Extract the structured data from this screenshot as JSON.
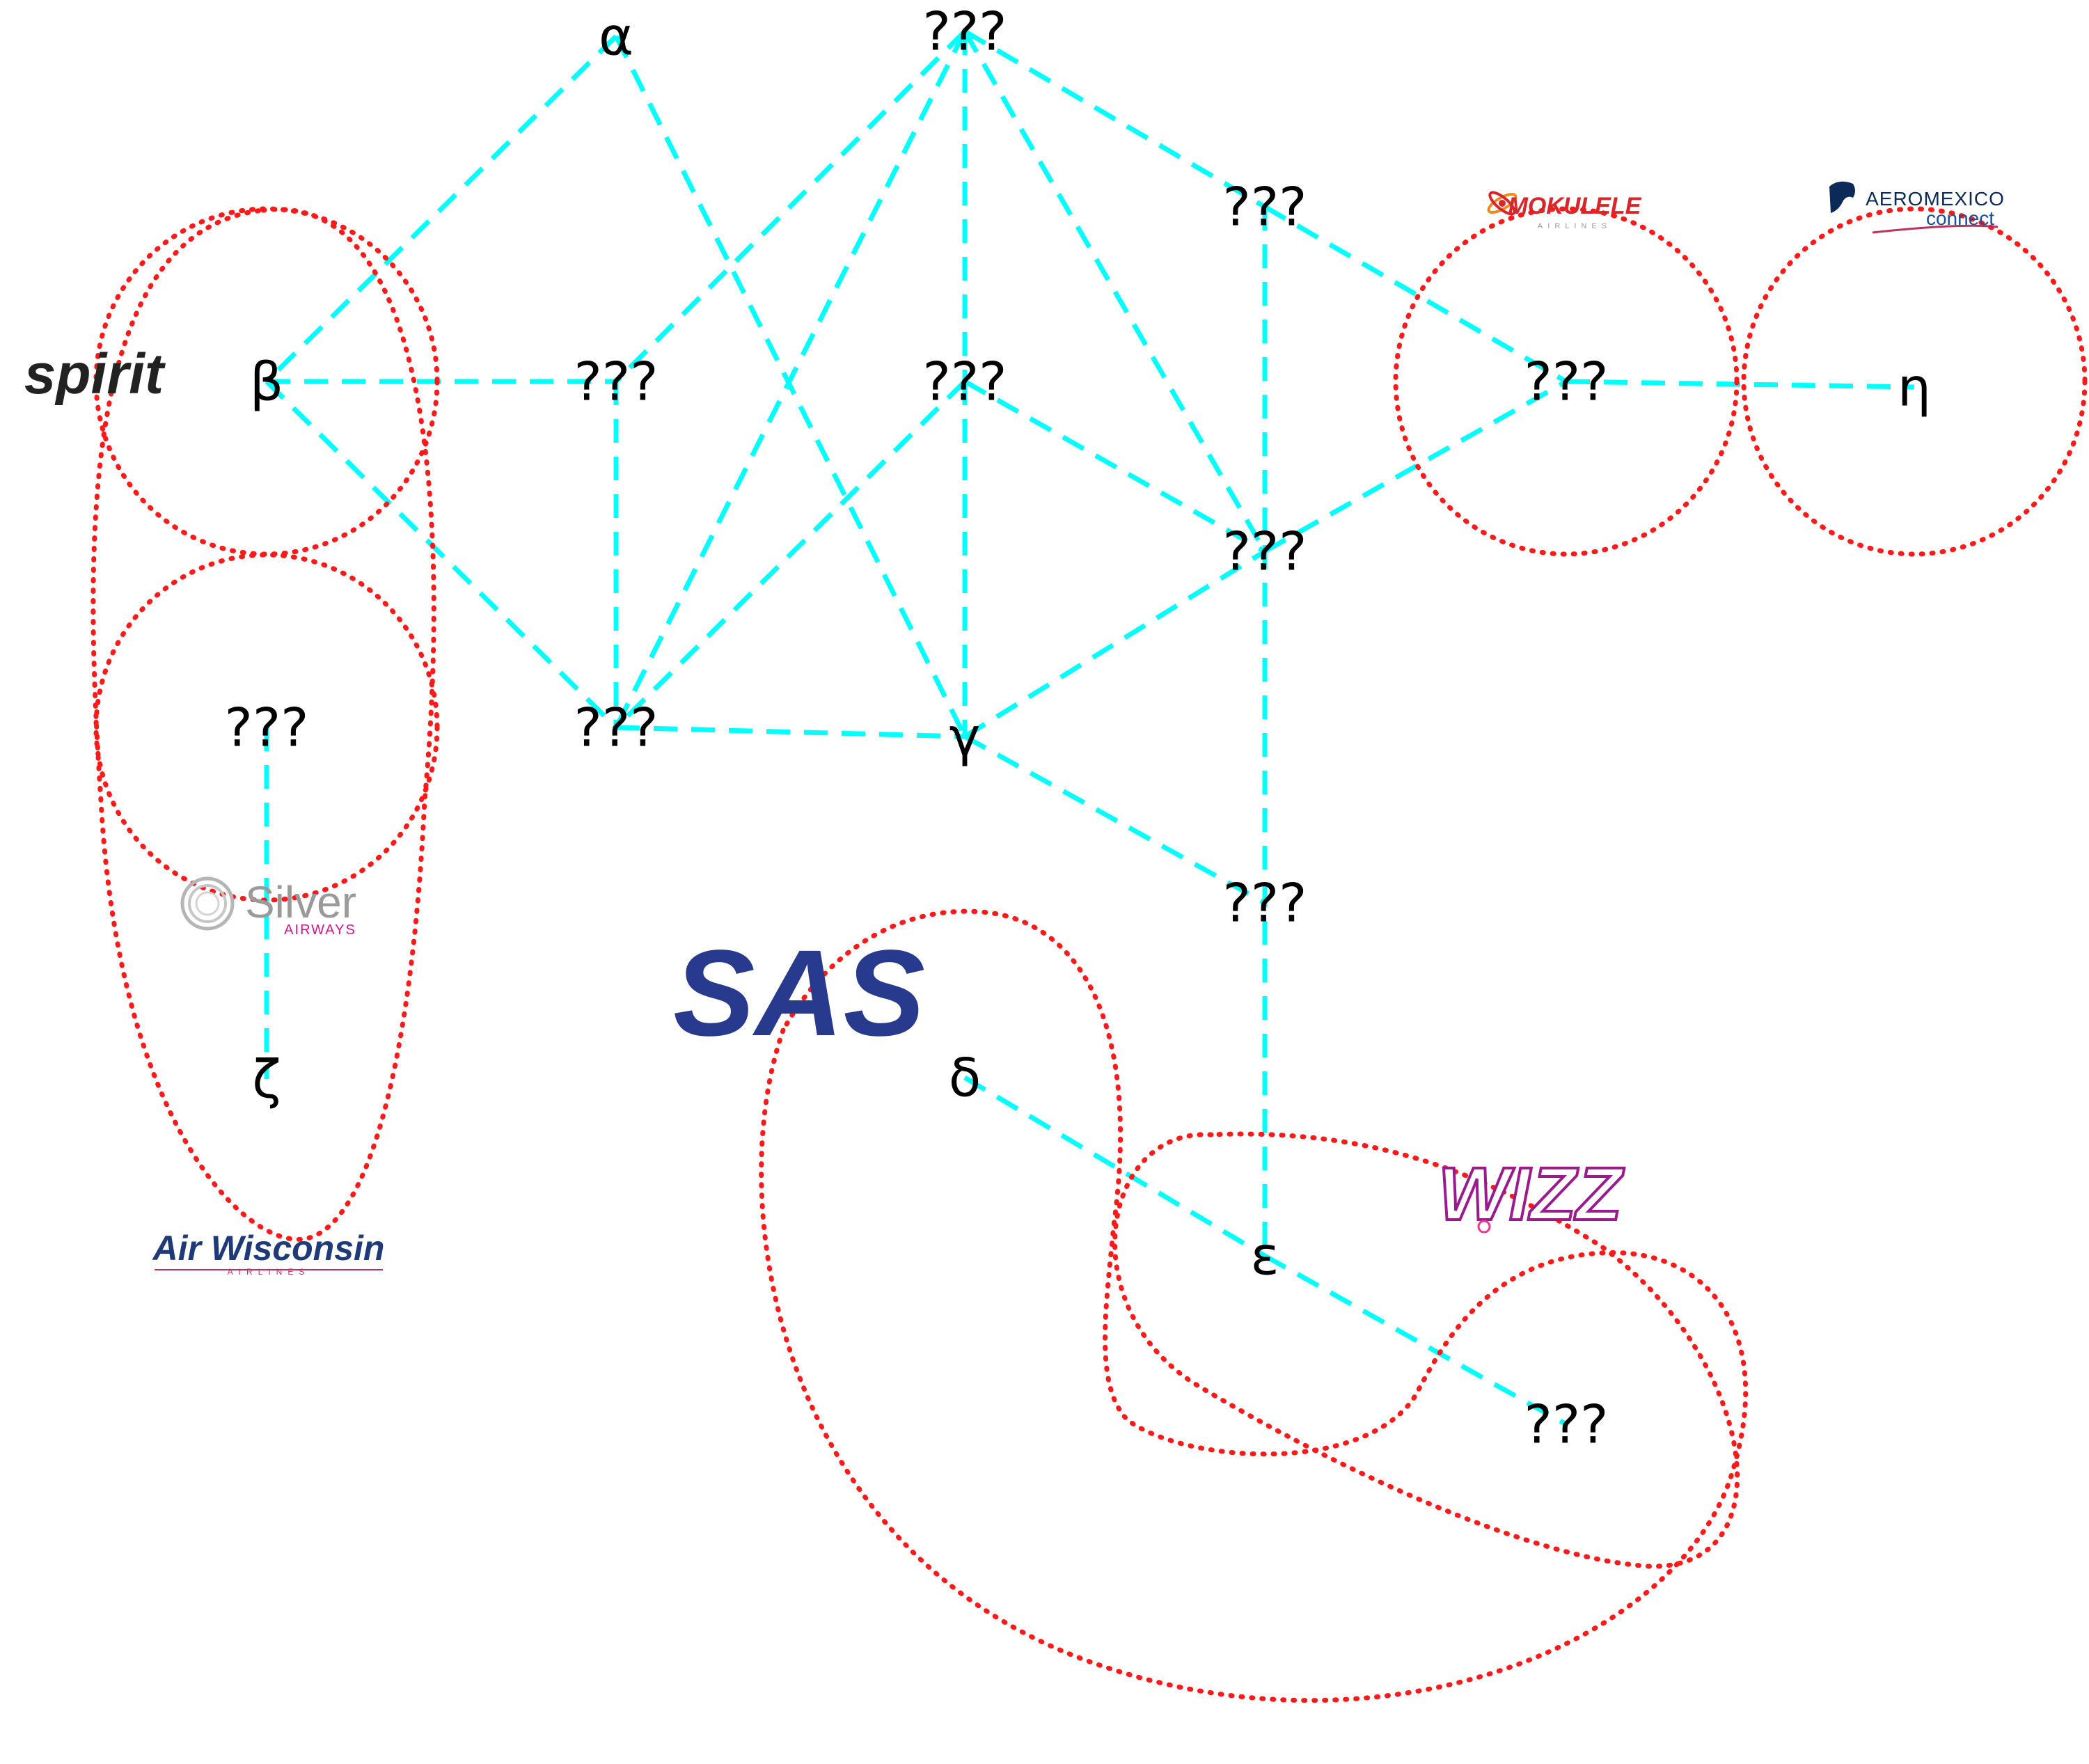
{
  "nodes": [
    {
      "id": "alpha",
      "label": "α"
    },
    {
      "id": "top",
      "label": "???"
    },
    {
      "id": "beta",
      "label": "β"
    },
    {
      "id": "mid1",
      "label": "???"
    },
    {
      "id": "mid2",
      "label": "???"
    },
    {
      "id": "r1",
      "label": "???"
    },
    {
      "id": "r2",
      "label": "???"
    },
    {
      "id": "m3",
      "label": "???"
    },
    {
      "id": "eta",
      "label": "η"
    },
    {
      "id": "left",
      "label": "???"
    },
    {
      "id": "bl",
      "label": "???"
    },
    {
      "id": "gamma",
      "label": "γ"
    },
    {
      "id": "r3",
      "label": "???"
    },
    {
      "id": "zeta",
      "label": "ζ"
    },
    {
      "id": "delta",
      "label": "δ"
    },
    {
      "id": "epsilon",
      "label": "ε"
    },
    {
      "id": "br",
      "label": "???"
    }
  ],
  "edges": [
    [
      "alpha",
      "beta"
    ],
    [
      "alpha",
      "gamma"
    ],
    [
      "top",
      "mid1"
    ],
    [
      "top",
      "bl"
    ],
    [
      "top",
      "mid2"
    ],
    [
      "top",
      "r2"
    ],
    [
      "top",
      "r1"
    ],
    [
      "beta",
      "mid1"
    ],
    [
      "beta",
      "bl"
    ],
    [
      "mid1",
      "bl"
    ],
    [
      "mid2",
      "bl"
    ],
    [
      "mid2",
      "r2"
    ],
    [
      "mid2",
      "gamma"
    ],
    [
      "bl",
      "gamma"
    ],
    [
      "gamma",
      "r2"
    ],
    [
      "gamma",
      "r3"
    ],
    [
      "r1",
      "m3"
    ],
    [
      "r1",
      "epsilon"
    ],
    [
      "r2",
      "m3"
    ],
    [
      "m3",
      "eta"
    ],
    [
      "left",
      "zeta"
    ],
    [
      "delta",
      "epsilon"
    ],
    [
      "epsilon",
      "br"
    ]
  ],
  "groups": [
    {
      "id": "spirit",
      "logo": {
        "text": "spirit",
        "color": "#222222"
      }
    },
    {
      "id": "silver",
      "logo": {
        "text": "Silver",
        "subtext": "AIRWAYS",
        "color": "#9a9a9a",
        "accent": "#d4148c"
      }
    },
    {
      "id": "air-wisconsin",
      "logo": {
        "text": "Air Wisconsin",
        "subtext": "AIRLINES",
        "color": "#1f3a78",
        "accent": "#c0305c"
      }
    },
    {
      "id": "mokulele",
      "logo": {
        "text": "MOKULELE",
        "subtext": "AIRLINES",
        "color": "#d9262b",
        "accent": "#f08a1c"
      }
    },
    {
      "id": "aeromexico",
      "logo": {
        "text": "AEROMEXICO",
        "subtext": "connect",
        "color": "#0b2a57",
        "accent": "#1b4f9c"
      }
    },
    {
      "id": "sas",
      "logo": {
        "text": "SAS",
        "color": "#283a8e"
      }
    },
    {
      "id": "wizz",
      "logo": {
        "text": "WIZZ",
        "color": "#9b1b8f",
        "accent": "#e43a8f"
      }
    }
  ]
}
